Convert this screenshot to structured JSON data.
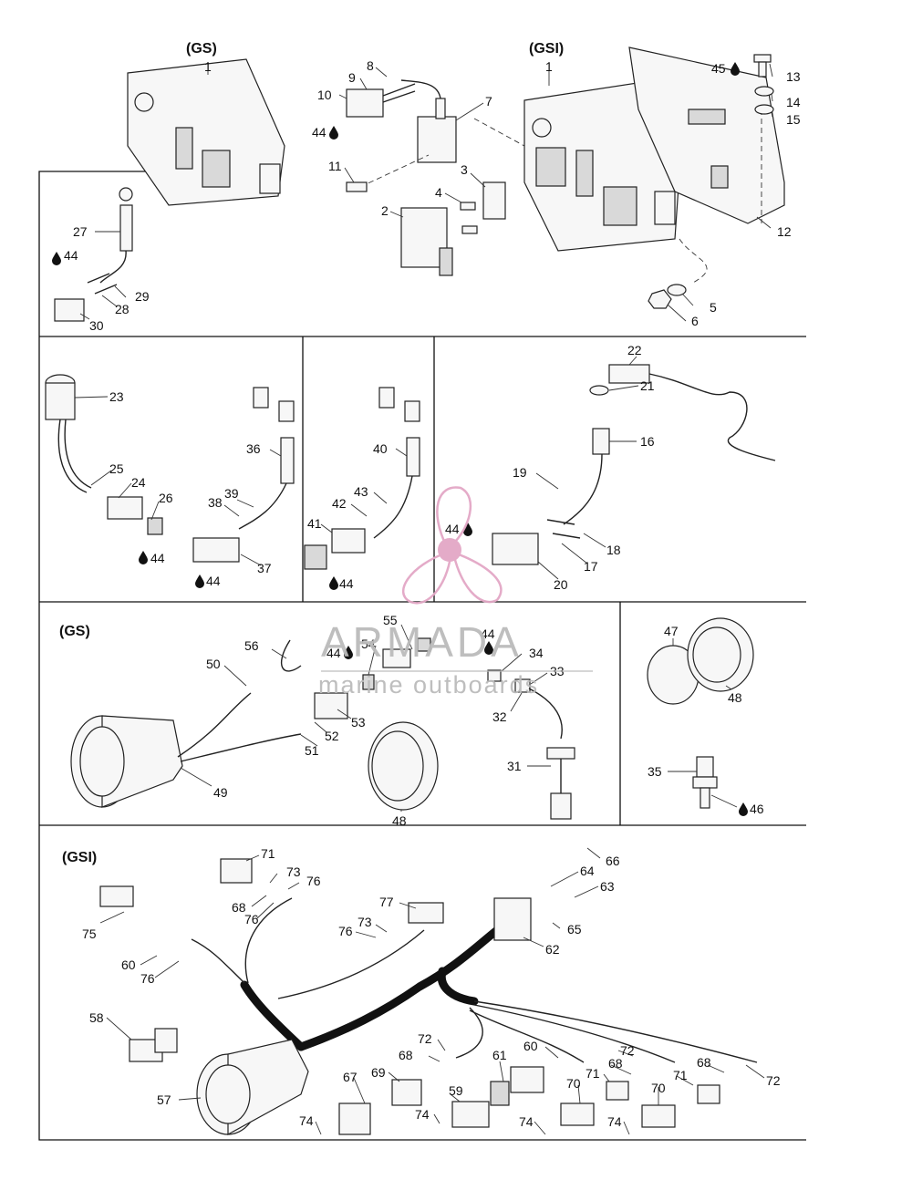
{
  "sections": {
    "gs_top": "(GS)",
    "gsi_top": "(GSI)",
    "gs_gauge": "(GS)",
    "gsi_harness": "(GSI)"
  },
  "watermark": {
    "brand": "ARMADA",
    "tagline": "marine outboards"
  },
  "callouts": {
    "c1a": "1",
    "c1b": "1",
    "c2": "2",
    "c3": "3",
    "c4": "4",
    "c5": "5",
    "c6": "6",
    "c7": "7",
    "c8": "8",
    "c9": "9",
    "c10": "10",
    "c11": "11",
    "c12": "12",
    "c13": "13",
    "c14": "14",
    "c15": "15",
    "c16": "16",
    "c17": "17",
    "c18": "18",
    "c19": "19",
    "c20": "20",
    "c21": "21",
    "c22": "22",
    "c23": "23",
    "c24": "24",
    "c25": "25",
    "c26": "26",
    "c27": "27",
    "c28": "28",
    "c29": "29",
    "c30": "30",
    "c31": "31",
    "c32": "32",
    "c33": "33",
    "c34": "34",
    "c35": "35",
    "c36": "36",
    "c37": "37",
    "c38": "38",
    "c39": "39",
    "c40": "40",
    "c41": "41",
    "c42": "42",
    "c43": "43",
    "c44a": "44",
    "c44b": "44",
    "c44c": "44",
    "c44d": "44",
    "c44e": "44",
    "c44f": "44",
    "c44g": "44",
    "c44h": "44",
    "c45": "45",
    "c46": "46",
    "c47": "47",
    "c48a": "48",
    "c48b": "48",
    "c49": "49",
    "c50": "50",
    "c51": "51",
    "c52": "52",
    "c53": "53",
    "c54": "54",
    "c55": "55",
    "c56": "56",
    "c57": "57",
    "c58": "58",
    "c59": "59",
    "c60a": "60",
    "c60b": "60",
    "c61": "61",
    "c62": "62",
    "c63": "63",
    "c64": "64",
    "c65": "65",
    "c66": "66",
    "c67": "67",
    "c68a": "68",
    "c68b": "68",
    "c68c": "68",
    "c68d": "68",
    "c69": "69",
    "c70a": "70",
    "c70b": "70",
    "c71a": "71",
    "c71b": "71",
    "c71c": "71",
    "c72a": "72",
    "c72b": "72",
    "c72c": "72",
    "c73a": "73",
    "c73b": "73",
    "c74a": "74",
    "c74b": "74",
    "c74c": "74",
    "c74d": "74",
    "c75": "75",
    "c76a": "76",
    "c76b": "76",
    "c76c": "76",
    "c76d": "76",
    "c77": "77"
  },
  "icons": {
    "lubricant": "drop-icon"
  }
}
